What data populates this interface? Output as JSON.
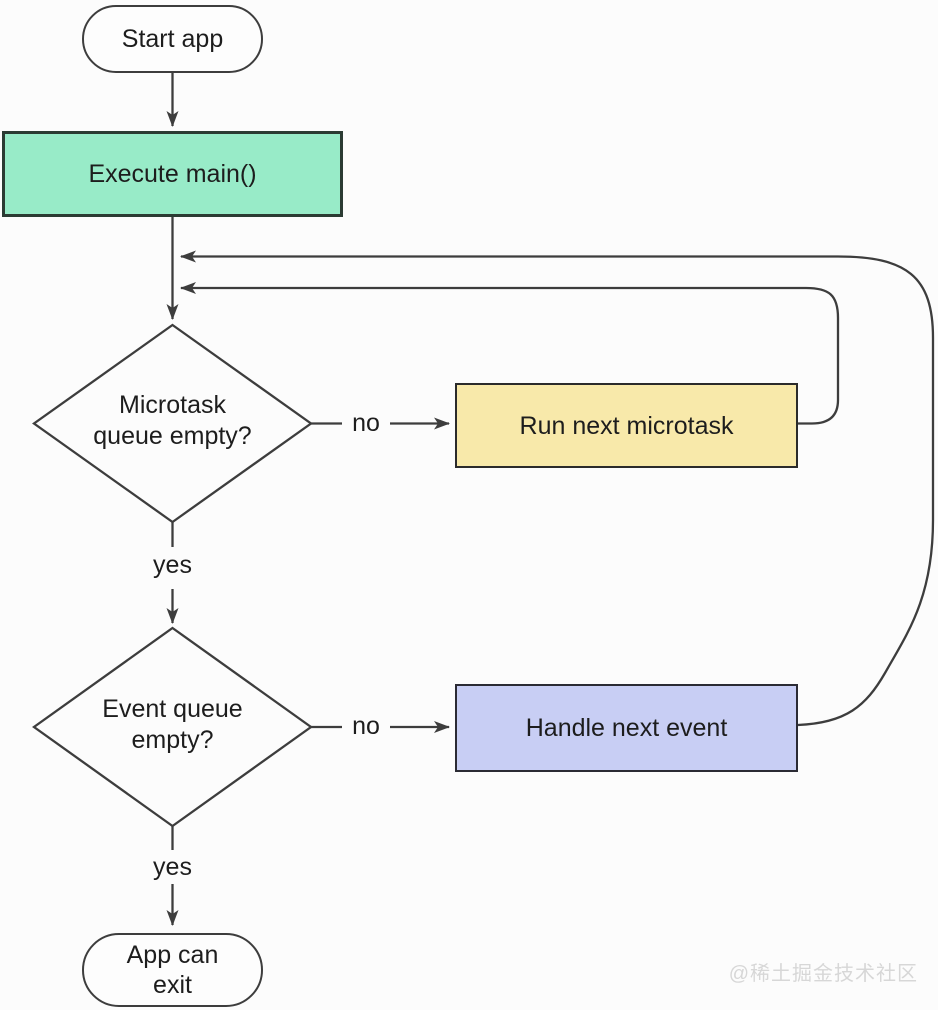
{
  "diagram": {
    "nodes": {
      "start": {
        "label": "Start app",
        "type": "terminator"
      },
      "execute_main": {
        "label": "Execute main()",
        "type": "process",
        "fill": "#98ebc8"
      },
      "microtask_decision": {
        "lines": [
          "Microtask",
          "queue empty?"
        ],
        "type": "decision"
      },
      "run_microtask": {
        "label": "Run next microtask",
        "type": "process",
        "fill": "#f8e9aa"
      },
      "event_decision": {
        "lines": [
          "Event queue",
          "empty?"
        ],
        "type": "decision"
      },
      "handle_event": {
        "label": "Handle next event",
        "type": "process",
        "fill": "#c8cef4"
      },
      "app_exit": {
        "lines": [
          "App can",
          "exit"
        ],
        "type": "terminator"
      }
    },
    "edge_labels": {
      "microtask_no": "no",
      "microtask_yes": "yes",
      "event_no": "no",
      "event_yes": "yes"
    },
    "colors": {
      "execute_fill": "#98ebc8",
      "run_microtask_fill": "#f8e9aa",
      "handle_event_fill": "#c8cef4",
      "line": "#3d3d3d",
      "text": "#1d1d1d",
      "watermark": "#d7d7d7",
      "background": "#fcfcfc"
    },
    "watermark": "@稀土掘金技术社区"
  }
}
